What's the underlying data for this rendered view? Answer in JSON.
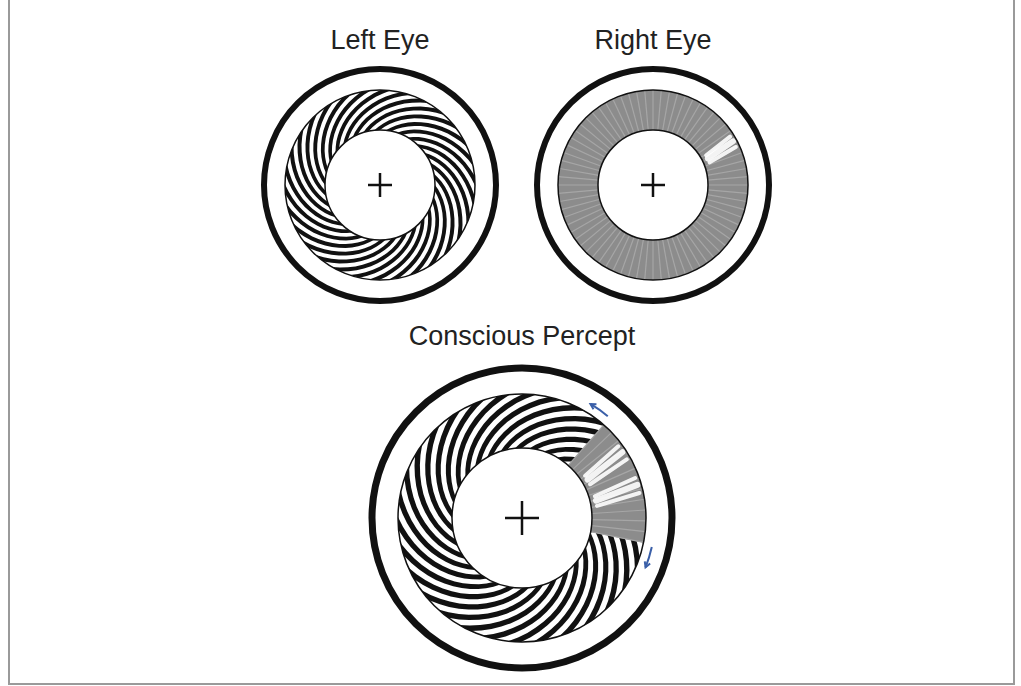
{
  "diagram": {
    "nodes": [
      {
        "text": [
          "Left Eye"
        ]
      },
      {
        "text": [
          "Right Eye"
        ]
      },
      {
        "text": [
          "Conscious Percept"
        ]
      }
    ]
  }
}
